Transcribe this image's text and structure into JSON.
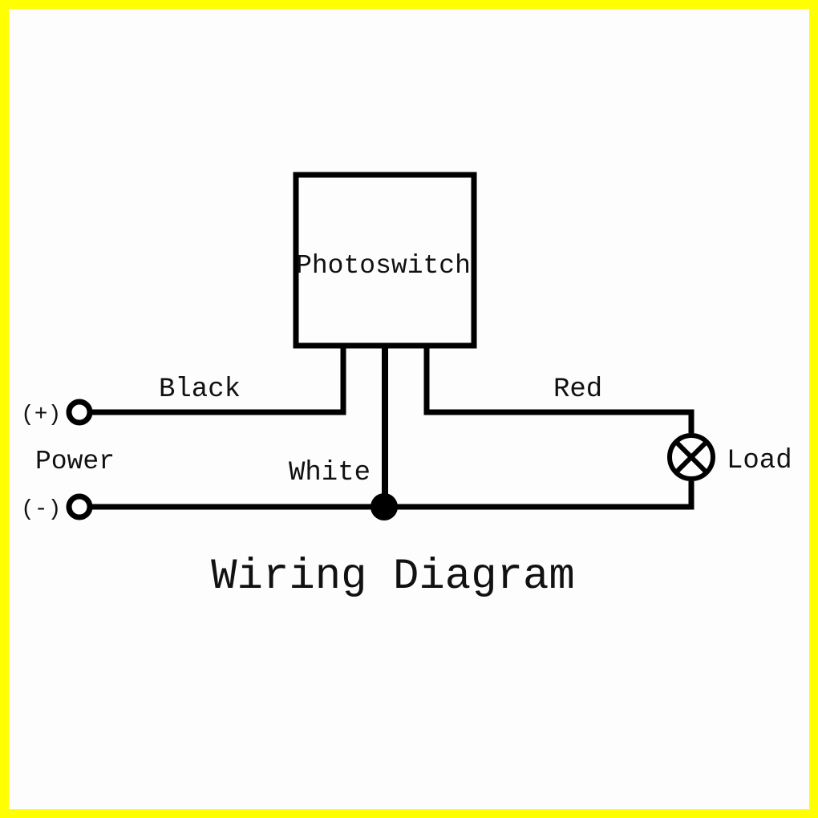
{
  "diagram": {
    "title": "Wiring Diagram",
    "device_label": "Photoswitch",
    "wire_black": "Black",
    "wire_white": "White",
    "wire_red": "Red",
    "terminal_positive": "(+)",
    "terminal_negative": "(-)",
    "power_label": "Power",
    "load_label": "Load"
  },
  "colors": {
    "border": "#ffff00",
    "line": "#000000",
    "background": "#fdfdfd"
  }
}
